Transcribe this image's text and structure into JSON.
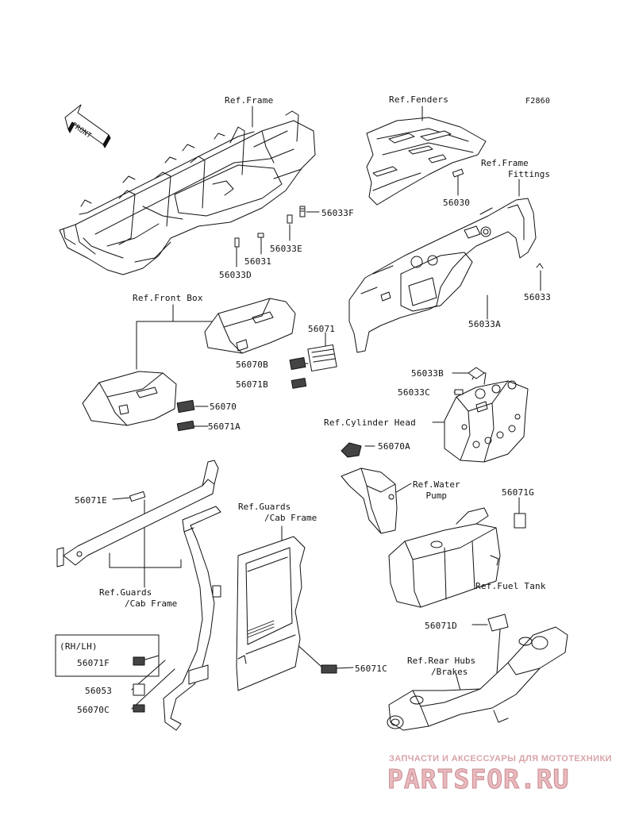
{
  "figure_code": "F2860",
  "front_arrow": "FRONT",
  "refs": {
    "frame": "Ref.Frame",
    "fenders": "Ref.Fenders",
    "frame_fittings_1": "Ref.Frame",
    "frame_fittings_2": "Fittings",
    "front_box": "Ref.Front Box",
    "cylinder_head": "Ref.Cylinder Head",
    "water_pump_1": "Ref.Water",
    "water_pump_2": "Pump",
    "guards_cab_right_1": "Ref.Guards",
    "guards_cab_right_2": "/Cab Frame",
    "guards_cab_left_1": "Ref.Guards",
    "guards_cab_left_2": "/Cab Frame",
    "fuel_tank": "Ref.Fuel Tank",
    "rear_hubs_1": "Ref.Rear Hubs",
    "rear_hubs_2": "/Brakes"
  },
  "side_note": "(RH/LH)",
  "parts": {
    "p56033F": "56033F",
    "p56033E": "56033E",
    "p56031": "56031",
    "p56033D": "56033D",
    "p56030": "56030",
    "p56033": "56033",
    "p56033A": "56033A",
    "p56071": "56071",
    "p56070B": "56070B",
    "p56071B": "56071B",
    "p56070": "56070",
    "p56071A": "56071A",
    "p56033B": "56033B",
    "p56033C": "56033C",
    "p56070A": "56070A",
    "p56071G": "56071G",
    "p56071E": "56071E",
    "p56071C": "56071C",
    "p56071D": "56071D",
    "p56071F": "56071F",
    "p56053": "56053",
    "p56070C": "56070C"
  },
  "watermark": {
    "tagline": "ЗАПЧАСТИ И АКСЕССУАРЫ ДЛЯ МОТОТЕХНИКИ",
    "brand": "PARTSFOR.RU"
  },
  "colors": {
    "line": "#111111",
    "watermark": "#e3a9ae"
  }
}
